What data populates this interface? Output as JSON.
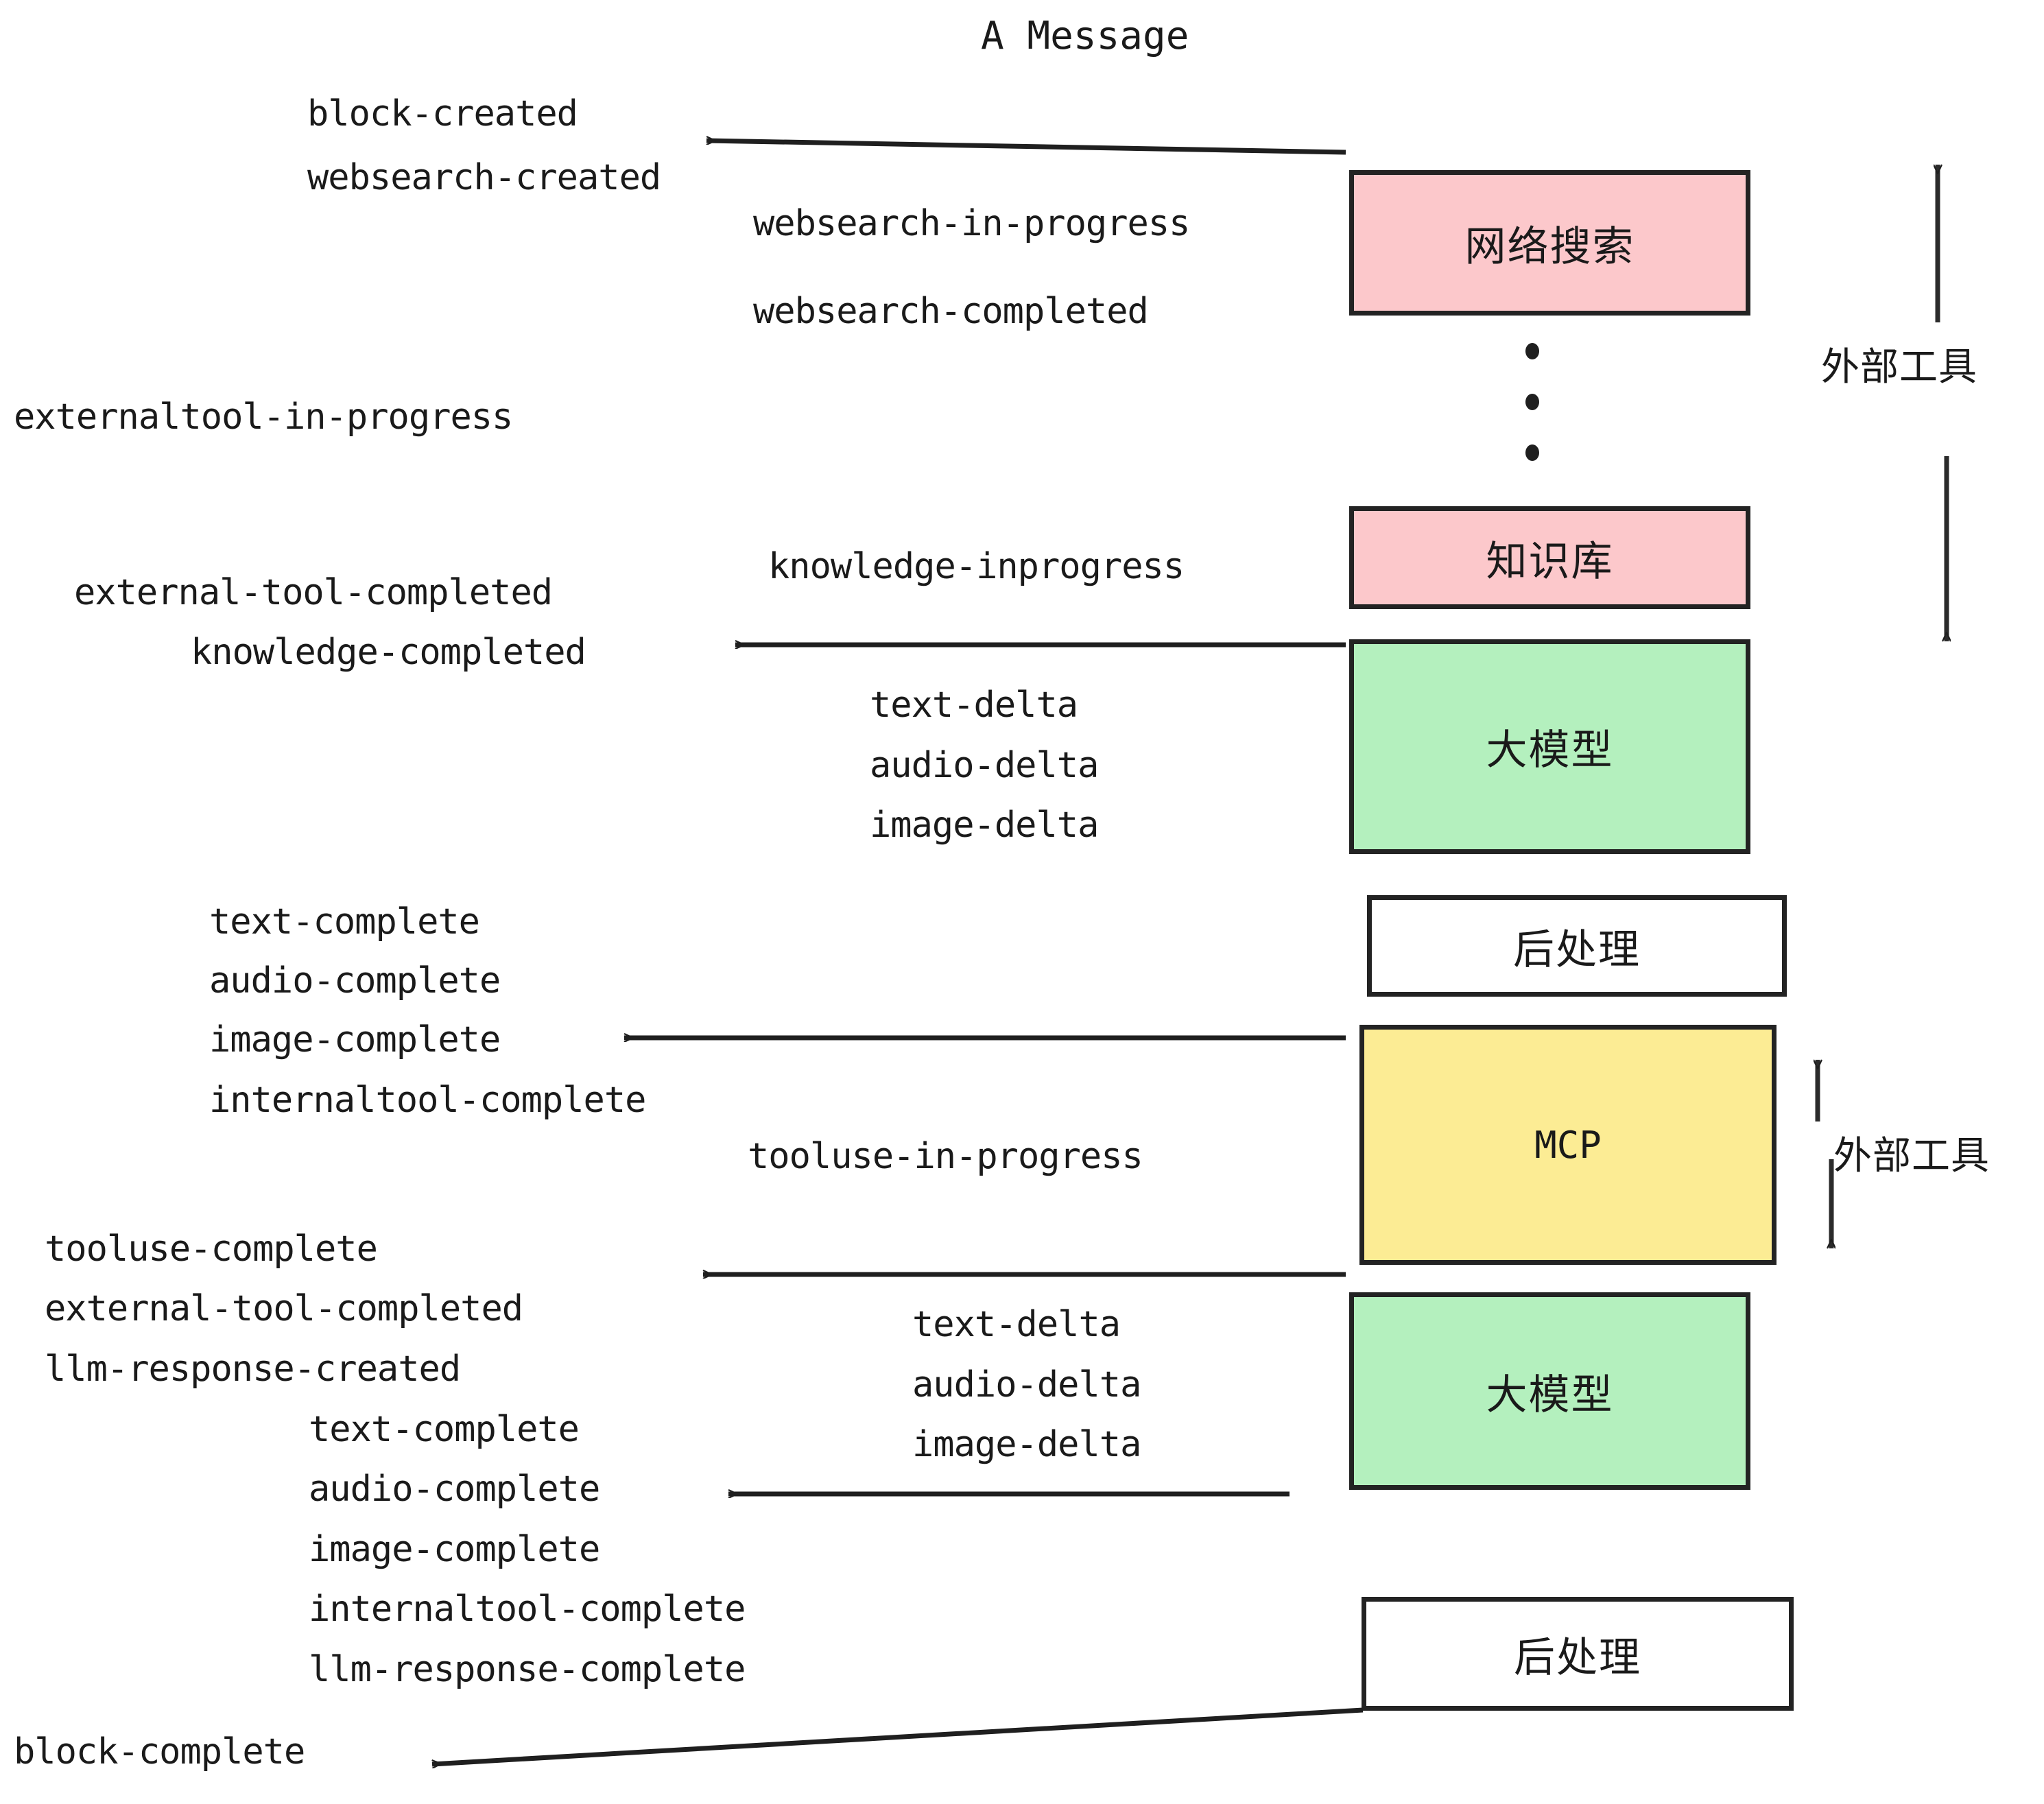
{
  "title": "A Message",
  "colors": {
    "pink": "#fcc8cb",
    "green": "#b4f0be",
    "yellow": "#fcec94",
    "white": "#ffffff",
    "stroke": "#232323",
    "text": "#1a1a1a"
  },
  "boxes": {
    "websearch": "网络搜索",
    "knowledge": "知识库",
    "llm_1": "大模型",
    "postprocess_1": "后处理",
    "mcp": "MCP",
    "llm_2": "大模型",
    "postprocess_2": "后处理"
  },
  "side_labels": {
    "external_tool_top": "外部工具",
    "external_tool_bottom": "外部工具"
  },
  "events": {
    "block_created": "block-created",
    "websearch_created": "websearch-created",
    "websearch_in_progress": "websearch-in-progress",
    "websearch_completed": "websearch-completed",
    "externaltool_in_progress": "externaltool-in-progress",
    "knowledge_inprogress": "knowledge-inprogress",
    "external_tool_completed_1": "external-tool-completed",
    "knowledge_completed": "knowledge-completed",
    "text_delta_1": "text-delta",
    "audio_delta_1": "audio-delta",
    "image_delta_1": "image-delta",
    "text_complete_1": "text-complete",
    "audio_complete_1": "audio-complete",
    "image_complete_1": "image-complete",
    "internaltool_complete_1": "internaltool-complete",
    "tooluse_in_progress": "tooluse-in-progress",
    "tooluse_complete": "tooluse-complete",
    "external_tool_completed_2": "external-tool-completed",
    "llm_response_created": "llm-response-created",
    "text_delta_2": "text-delta",
    "audio_delta_2": "audio-delta",
    "image_delta_2": "image-delta",
    "text_complete_2": "text-complete",
    "audio_complete_2": "audio-complete",
    "image_complete_2": "image-complete",
    "internaltool_complete_2": "internaltool-complete",
    "llm_response_complete": "llm-response-complete",
    "block_complete": "block-complete"
  }
}
